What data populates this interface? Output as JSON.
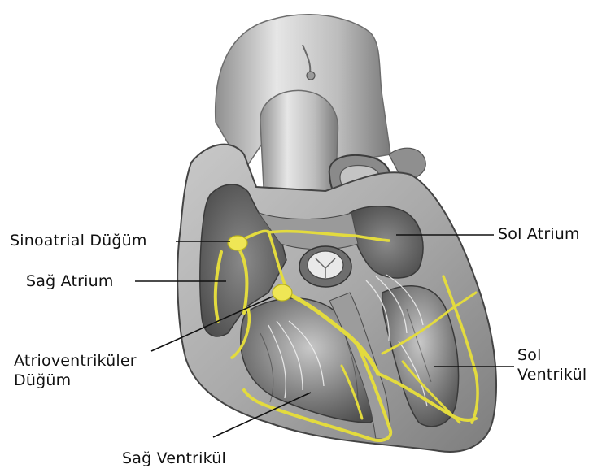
{
  "colors": {
    "conduction": "#e8e04a",
    "conduction_dark": "#b9b21c",
    "tissue_light": "#d9d9d9",
    "tissue_mid": "#a8a8a8",
    "tissue_dark": "#5e5e5e",
    "leader": "#111111"
  },
  "labels": {
    "sinoatrial_node": "Sinoatrial Düğüm",
    "right_atrium": "Sağ Atrium",
    "av_node_line1": "Atrioventriküler",
    "av_node_line2": "Düğüm",
    "left_atrium": "Sol Atrium",
    "left_ventricle_line1": "Sol",
    "left_ventricle_line2": "Ventrikül",
    "right_ventricle": "Sağ Ventrikül"
  }
}
